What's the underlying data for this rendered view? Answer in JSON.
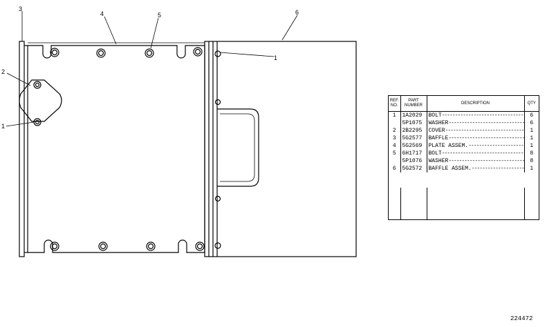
{
  "callouts": [
    {
      "id": "callout-3",
      "text": "3"
    },
    {
      "id": "callout-4",
      "text": "4"
    },
    {
      "id": "callout-5",
      "text": "5"
    },
    {
      "id": "callout-6",
      "text": "6"
    },
    {
      "id": "callout-1-top",
      "text": "1"
    },
    {
      "id": "callout-2",
      "text": "2"
    },
    {
      "id": "callout-1-left",
      "text": "1"
    }
  ],
  "table": {
    "headers": {
      "ref_no": "REF. NO.",
      "part_number": "PART NUMBER",
      "description": "DESCRIPTION",
      "qty": "QTY"
    },
    "rows": [
      {
        "ref": "1",
        "part": "1A2029",
        "desc": "BOLT",
        "qty": "6"
      },
      {
        "ref": "",
        "part": "5P1075",
        "desc": "WASHER",
        "qty": "6"
      },
      {
        "ref": "2",
        "part": "2B2295",
        "desc": "COVER",
        "qty": "1"
      },
      {
        "ref": "3",
        "part": "5G2577",
        "desc": "BAFFLE",
        "qty": "1"
      },
      {
        "ref": "4",
        "part": "5G2569",
        "desc": "PLATE ASSEM.",
        "qty": "1"
      },
      {
        "ref": "5",
        "part": "6H1717",
        "desc": "BOLT",
        "qty": "8"
      },
      {
        "ref": "",
        "part": "5P1076",
        "desc": "WASHER",
        "qty": "8"
      },
      {
        "ref": "6",
        "part": "5G2572",
        "desc": "BAFFLE ASSEM.",
        "qty": "1"
      }
    ]
  },
  "drawing_number": "224472"
}
